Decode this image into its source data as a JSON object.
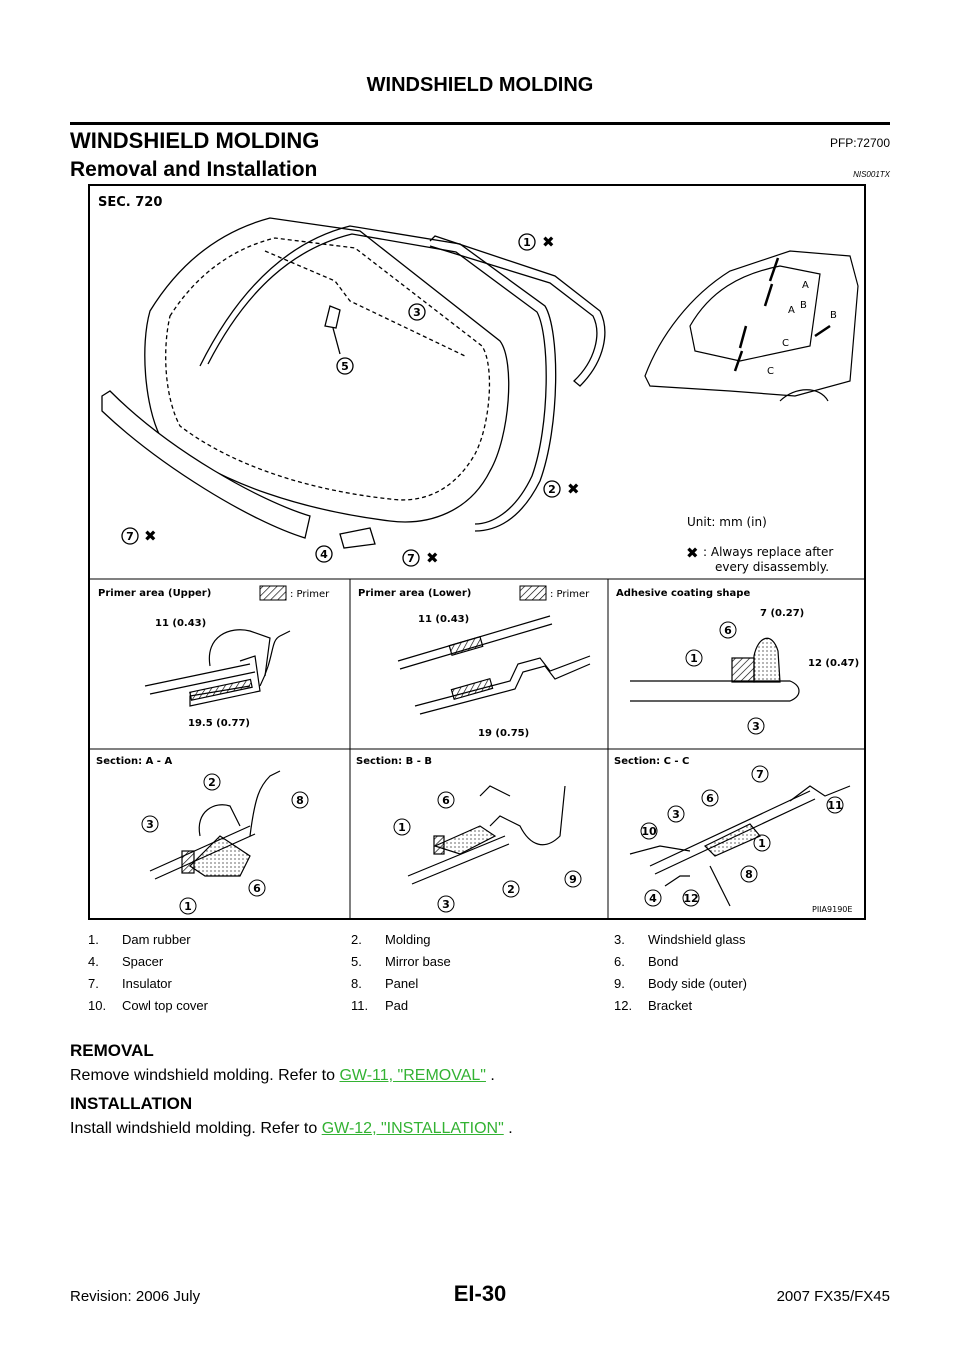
{
  "header": {
    "running_title": "WINDSHIELD MOLDING"
  },
  "title": {
    "main": "WINDSHIELD MOLDING",
    "pfp": "PFP:72700"
  },
  "subtitle": {
    "text": "Removal and Installation",
    "code": "NIS001TX"
  },
  "figure": {
    "sec": "SEC. 720",
    "unit": "Unit: mm (in)",
    "replace_note_line1": ": Always replace after",
    "replace_note_line2": "every disassembly.",
    "figure_id": "PIIA9190E",
    "callouts_main": [
      "1",
      "2",
      "3",
      "4",
      "5",
      "7",
      "7"
    ],
    "car_letters": [
      "A",
      "A",
      "B",
      "B",
      "C",
      "C"
    ],
    "panels": {
      "primer_upper": {
        "title": "Primer area (Upper)",
        "primer": ": Primer",
        "dim1": "11 (0.43)",
        "dim2": "19.5 (0.77)"
      },
      "primer_lower": {
        "title": "Primer area (Lower)",
        "primer": ": Primer",
        "dim1": "11 (0.43)",
        "dim2": "19 (0.75)"
      },
      "adhesive": {
        "title": "Adhesive coating shape",
        "dim1": "7 (0.27)",
        "dim2": "12 (0.47)",
        "callouts": [
          "6",
          "1",
          "3"
        ]
      },
      "section_aa": {
        "title": "Section: A - A",
        "callouts": [
          "2",
          "8",
          "3",
          "6",
          "1"
        ]
      },
      "section_bb": {
        "title": "Section: B - B",
        "callouts": [
          "6",
          "1",
          "3",
          "2",
          "9"
        ]
      },
      "section_cc": {
        "title": "Section: C - C",
        "callouts": [
          "7",
          "6",
          "3",
          "10",
          "1",
          "8",
          "4",
          "12",
          "11"
        ]
      }
    }
  },
  "legend": [
    [
      {
        "num": "1.",
        "label": "Dam rubber"
      },
      {
        "num": "2.",
        "label": "Molding"
      },
      {
        "num": "3.",
        "label": "Windshield glass"
      }
    ],
    [
      {
        "num": "4.",
        "label": "Spacer"
      },
      {
        "num": "5.",
        "label": "Mirror base"
      },
      {
        "num": "6.",
        "label": "Bond"
      }
    ],
    [
      {
        "num": "7.",
        "label": "Insulator"
      },
      {
        "num": "8.",
        "label": "Panel"
      },
      {
        "num": "9.",
        "label": "Body side (outer)"
      }
    ],
    [
      {
        "num": "10.",
        "label": "Cowl top cover"
      },
      {
        "num": "11.",
        "label": "Pad"
      },
      {
        "num": "12.",
        "label": "Bracket"
      }
    ]
  ],
  "removal": {
    "heading": "REMOVAL",
    "text": "Remove windshield molding. Refer to ",
    "link": "GW-11, \"REMOVAL\"",
    "tail": " ."
  },
  "installation": {
    "heading": "INSTALLATION",
    "text": "Install windshield molding. Refer to ",
    "link": "GW-12, \"INSTALLATION\"",
    "tail": " ."
  },
  "footer": {
    "revision": "Revision: 2006 July",
    "page": "EI-30",
    "model": "2007 FX35/FX45"
  }
}
